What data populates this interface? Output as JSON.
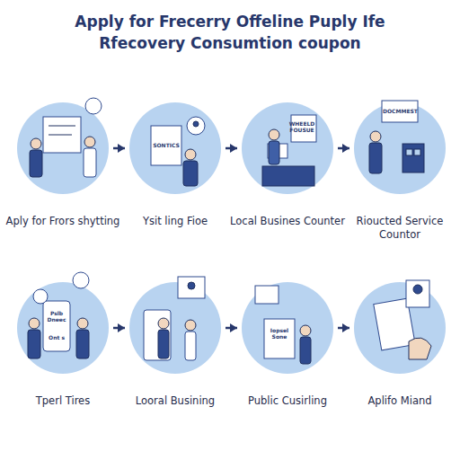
{
  "diagram": {
    "title": "Apply for Frecerry Offeline Puply Ife Rfecovery Consumtion coupon",
    "nodes": [
      {
        "text": [
          "Aply for Frors shytting"
        ]
      },
      {
        "text": [
          "Ysit ling Fioe"
        ]
      },
      {
        "text": [
          "Local Busines Counter"
        ]
      },
      {
        "text": [
          "Rioucted Service Countor"
        ]
      },
      {
        "text": [
          "Tperl Tires"
        ]
      },
      {
        "text": [
          "Looral Busining"
        ]
      },
      {
        "text": [
          "Public Cusirling"
        ]
      },
      {
        "text": [
          "Aplifo Miand"
        ]
      }
    ],
    "edges": [
      {
        "from": 0,
        "to": 1,
        "arrow": "to"
      },
      {
        "from": 1,
        "to": 2,
        "arrow": "to"
      },
      {
        "from": 2,
        "to": 3,
        "arrow": "to"
      },
      {
        "from": 4,
        "to": 5,
        "arrow": "to"
      },
      {
        "from": 5,
        "to": 6,
        "arrow": "to"
      },
      {
        "from": 6,
        "to": 7,
        "arrow": "to"
      }
    ],
    "labels": [
      "SONTICS",
      "WHEELD FOUSUE",
      "DOCMMEST",
      "Pslb Dneec",
      "Ont s",
      "Iopsel Sone"
    ]
  }
}
